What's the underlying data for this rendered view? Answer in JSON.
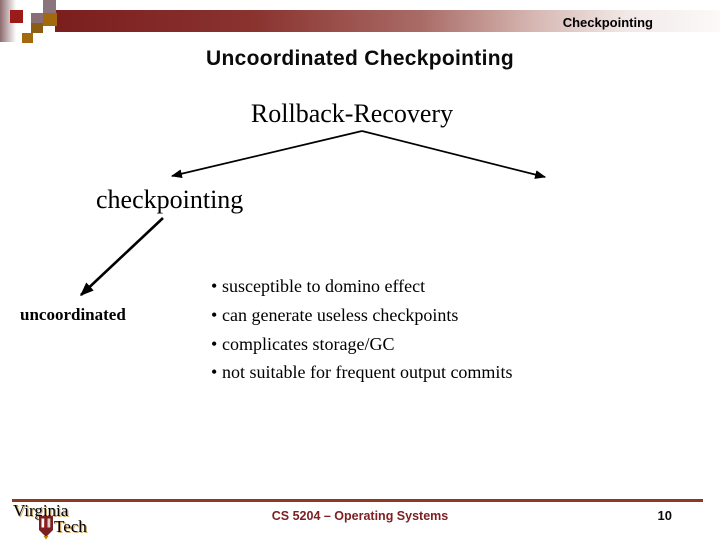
{
  "header": {
    "tag": "Checkpointing"
  },
  "title": "Uncoordinated Checkpointing",
  "diagram": {
    "root_label": "Rollback-Recovery",
    "mid_label": "checkpointing",
    "leaf_label": "uncoordinated"
  },
  "bullets": {
    "marker": "•",
    "items": [
      "susceptible to domino effect",
      "can generate useless checkpoints",
      "complicates storage/GC",
      "not suitable for frequent output commits"
    ]
  },
  "footer": {
    "course": "CS 5204 – Operating Systems",
    "page": "10",
    "logo": {
      "virginia": "Virginia",
      "tech": "Tech"
    }
  },
  "colors": {
    "brand_maroon": "#7b1e1e",
    "square_red": "#9b1b1b",
    "square_gray": "#8c747c",
    "square_mauve": "#8a6e75",
    "square_gold": "#a3690e",
    "footer_line": "#8e3a22",
    "footer_text": "#7c2022"
  }
}
